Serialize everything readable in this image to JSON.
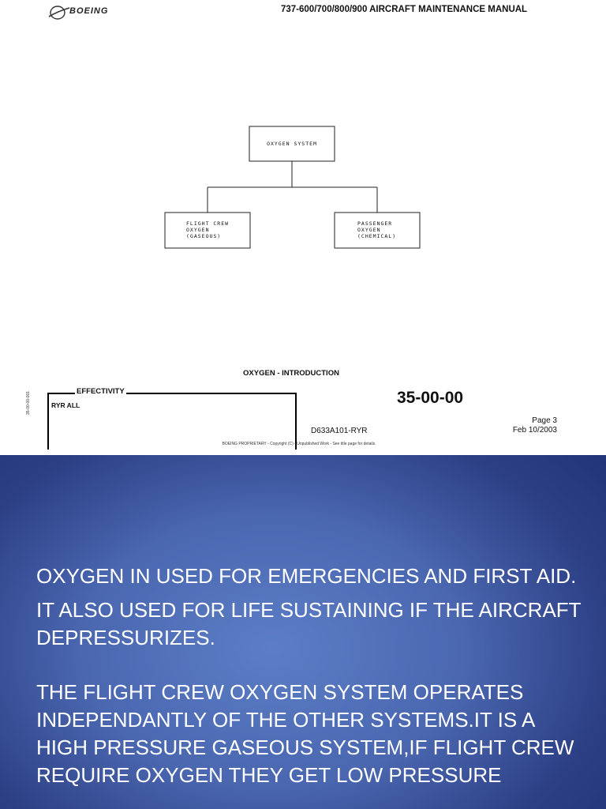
{
  "manual": {
    "brand": "BOEING",
    "header_title": "737-600/700/800/900 AIRCRAFT MAINTENANCE MANUAL",
    "diagram": {
      "root": "OXYGEN SYSTEM",
      "children": [
        "FLIGHT CREW\nOXYGEN\n(GASEOUS)",
        "PASSENGER\nOXYGEN\n(CHEMICAL)"
      ]
    },
    "caption": "OXYGEN - INTRODUCTION",
    "effectivity_label": "EFFECTIVITY",
    "effectivity_value": "RYR ALL",
    "side_code": "35-00-00-001",
    "chapter": "35-00-00",
    "doc_number": "D633A101-RYR",
    "page": "Page 3",
    "date": "Feb 10/2003",
    "proprietary": "BOEING PROPRIETARY - Copyright (C) - Unpublished Work - See title page for details."
  },
  "slide": {
    "bullets": [
      "OXYGEN IN USED FOR EMERGENCIES AND FIRST AID.",
      "IT ALSO USED FOR LIFE SUSTAINING IF THE AIRCRAFT DEPRESSURIZES.",
      "THE FLIGHT CREW OXYGEN SYSTEM OPERATES INDEPENDANTLY OF THE OTHER SYSTEMS.IT IS A HIGH PRESSURE GASEOUS  SYSTEM,IF FLIGHT CREW REQUIRE OXYGEN THEY GET LOW PRESSURE"
    ],
    "colors": {
      "background_center": "#5c7ec6",
      "background_edge": "#23357a",
      "text": "#ffffff"
    }
  }
}
